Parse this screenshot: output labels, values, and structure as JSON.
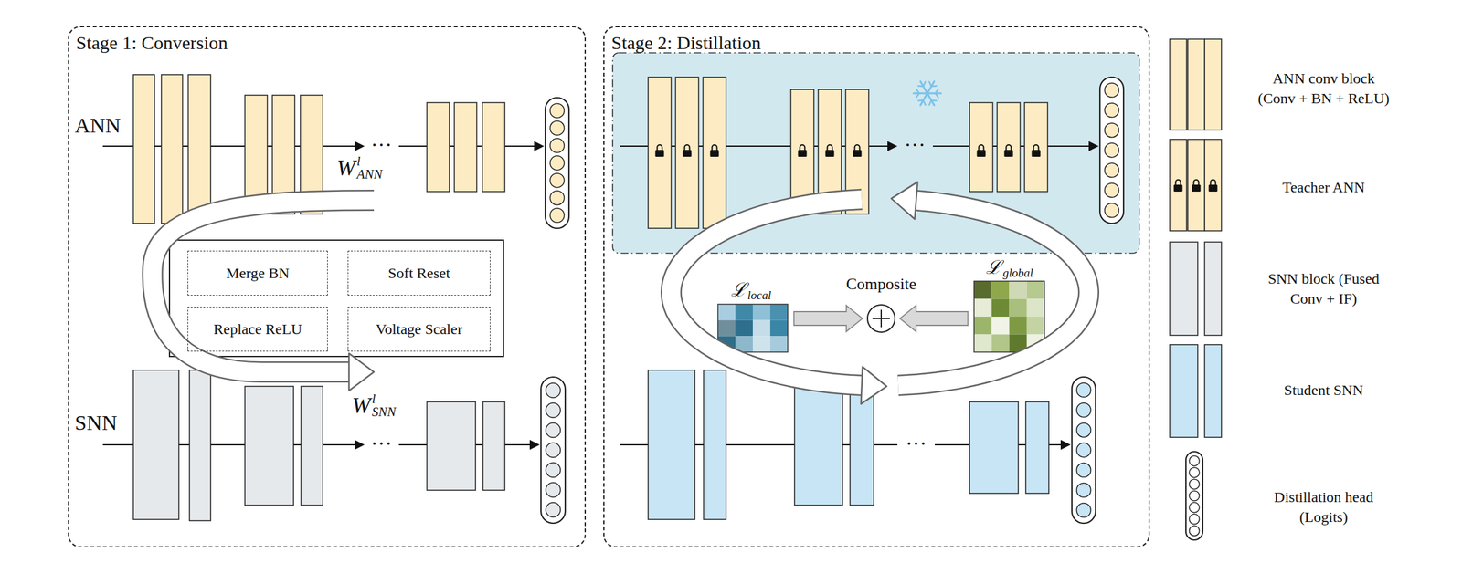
{
  "diagram": {
    "nodes": [
      {
        "text": [
          "Stage 1: Conversion"
        ]
      },
      {
        "text": [
          "Merge BN"
        ],
        "in": 0
      },
      {
        "text": [
          "Soft Reset"
        ],
        "in": 0
      },
      {
        "text": [
          "Replace ReLU"
        ],
        "in": 0
      },
      {
        "text": [
          "Voltage Scaler"
        ],
        "in": 0
      },
      {
        "text": [
          "Stage 2: Distillation"
        ]
      }
    ],
    "labels": [
      "ANN",
      "SNN",
      "W",
      "l",
      "ANN",
      "W",
      "l",
      "SNN",
      "···",
      "···",
      "···",
      "···",
      "Composite",
      "ℒ",
      "local",
      "ℒ",
      "global"
    ],
    "legend": [
      {
        "text": "ANN conv block (Conv + BN + ReLU)",
        "color": "#fdebc3"
      },
      {
        "text": "Teacher ANN"
      },
      {
        "text": "SNN block (Fused Conv + IF)",
        "color": "#e6e9ec"
      },
      {
        "text": "Student SNN",
        "color": "#c7e5f5"
      },
      {
        "text": "Distillation head (Logits)"
      }
    ]
  }
}
